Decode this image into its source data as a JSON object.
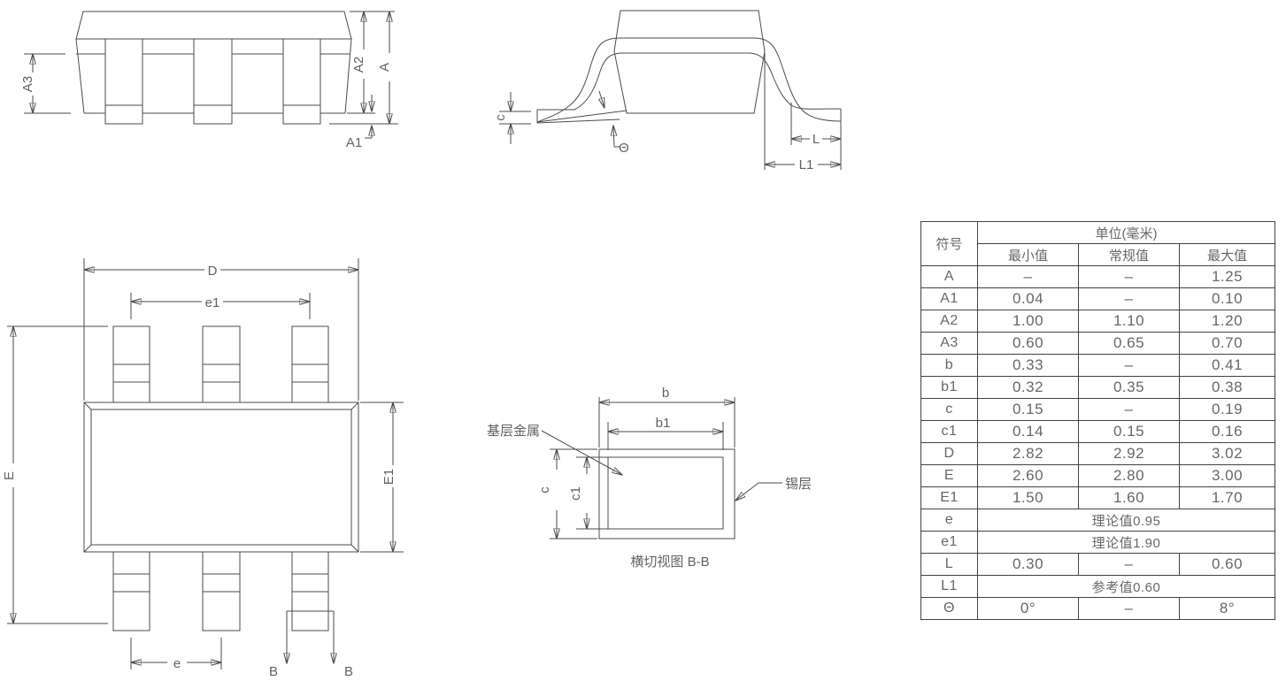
{
  "colors": {
    "background": "#ffffff",
    "line": "#4b4b4b",
    "text": "#626262",
    "table_border": "#414141"
  },
  "front_view": {
    "a3": "A3",
    "a2": "A2",
    "a": "A",
    "a1": "A1"
  },
  "side_view": {
    "c": "c",
    "theta": "Θ",
    "l": "L",
    "l1": "L1"
  },
  "top_view": {
    "d": "D",
    "e1": "e1",
    "e": "e",
    "E": "E",
    "E1": "E1",
    "b_left": "B",
    "b_right": "B"
  },
  "section_view": {
    "b": "b",
    "b1": "b1",
    "c": "c",
    "c1": "c1",
    "base_metal": "基层金属",
    "tin_layer": "锡层",
    "caption": "横切视图 B-B"
  },
  "table": {
    "symbol_header": "符号",
    "unit_header": "单位(毫米)",
    "sub_headers": [
      "最小值",
      "常规值",
      "最大值"
    ],
    "rows": [
      {
        "sym": "A",
        "min": "–",
        "typ": "–",
        "max": "1.25"
      },
      {
        "sym": "A1",
        "min": "0.04",
        "typ": "–",
        "max": "0.10"
      },
      {
        "sym": "A2",
        "min": "1.00",
        "typ": "1.10",
        "max": "1.20"
      },
      {
        "sym": "A3",
        "min": "0.60",
        "typ": "0.65",
        "max": "0.70"
      },
      {
        "sym": "b",
        "min": "0.33",
        "typ": "–",
        "max": "0.41"
      },
      {
        "sym": "b1",
        "min": "0.32",
        "typ": "0.35",
        "max": "0.38"
      },
      {
        "sym": "c",
        "min": "0.15",
        "typ": "–",
        "max": "0.19"
      },
      {
        "sym": "c1",
        "min": "0.14",
        "typ": "0.15",
        "max": "0.16"
      },
      {
        "sym": "D",
        "min": "2.82",
        "typ": "2.92",
        "max": "3.02"
      },
      {
        "sym": "E",
        "min": "2.60",
        "typ": "2.80",
        "max": "3.00"
      },
      {
        "sym": "E1",
        "min": "1.50",
        "typ": "1.60",
        "max": "1.70"
      },
      {
        "sym": "e",
        "span": "理论值0.95"
      },
      {
        "sym": "e1",
        "span": "理论值1.90"
      },
      {
        "sym": "L",
        "min": "0.30",
        "typ": "–",
        "max": "0.60"
      },
      {
        "sym": "L1",
        "span": "参考值0.60"
      },
      {
        "sym": "Θ",
        "min": "0°",
        "typ": "–",
        "max": "8°"
      }
    ]
  }
}
